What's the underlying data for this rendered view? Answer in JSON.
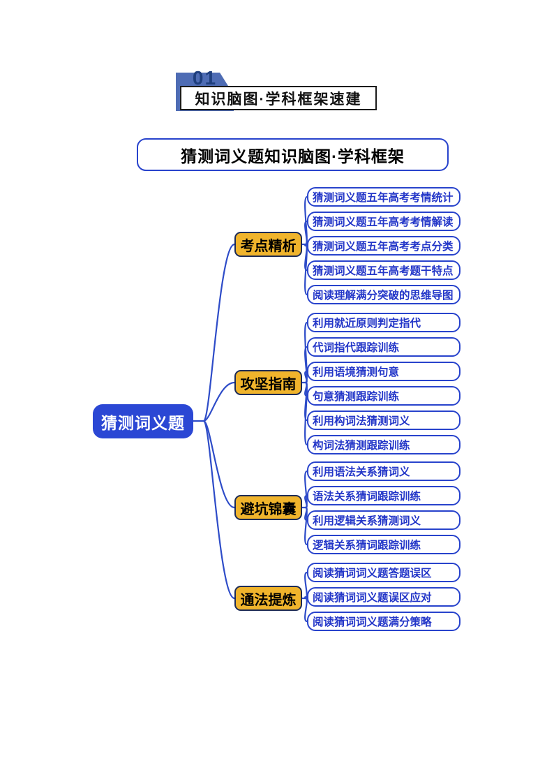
{
  "header": {
    "badge_number": "01",
    "badge_title": "知识脑图·学科框架速建",
    "badge_color": "#4e6cb4",
    "badge_number_color": "#1e3e7d"
  },
  "title": {
    "text": "猜测词义题知识脑图·学科框架",
    "border_color": "#2843cc"
  },
  "mindmap": {
    "line_color": "#2e4cc8",
    "root": {
      "label": "猜测词义题",
      "fill": "#2b47d4",
      "text_color": "#ffffff"
    },
    "branch_style": {
      "fill": "#f0b42c",
      "border": "#1c2b57",
      "text_color": "#000000"
    },
    "leaf_style": {
      "border": "#2843cc",
      "text_color": "#2336c8"
    },
    "branches": [
      {
        "label": "考点精析",
        "children": [
          "猜测词义题五年高考考情统计",
          "猜测词义题五年高考考情解读",
          "猜测词义题五年高考考点分类",
          "猜测词义题五年高考题干特点",
          "阅读理解满分突破的思维导图"
        ]
      },
      {
        "label": "攻坚指南",
        "children": [
          "利用就近原则判定指代",
          "代词指代跟踪训练",
          "利用语境猜测句意",
          "句意猜测跟踪训练",
          "利用构词法猜测词义",
          "构词法猜测跟踪训练"
        ]
      },
      {
        "label": "避坑锦囊",
        "children": [
          "利用语法关系猜词义",
          "语法关系猜词跟踪训练",
          "利用逻辑关系猜测词义",
          "逻辑关系猜词跟踪训练"
        ]
      },
      {
        "label": "通法提炼",
        "children": [
          "阅读猜词词义题答题误区",
          "阅读猜词词义题误区应对",
          "阅读猜词词义题满分策略"
        ]
      }
    ]
  }
}
